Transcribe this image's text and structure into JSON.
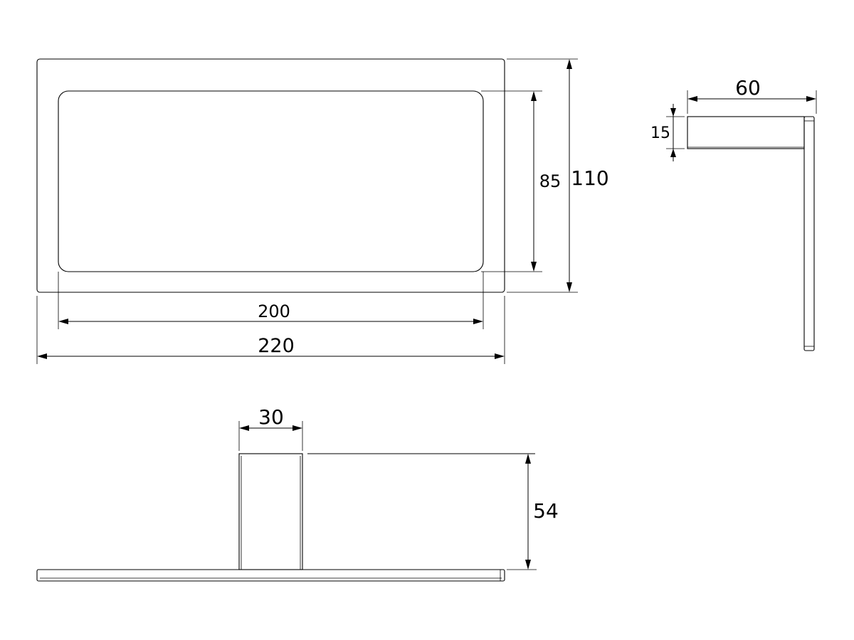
{
  "dimensions": {
    "overall_width": "220",
    "inner_width": "200",
    "inner_height": "85",
    "overall_height": "110",
    "side_depth": "60",
    "side_thickness": "15",
    "front_bracket_width": "30",
    "front_height": "54"
  }
}
